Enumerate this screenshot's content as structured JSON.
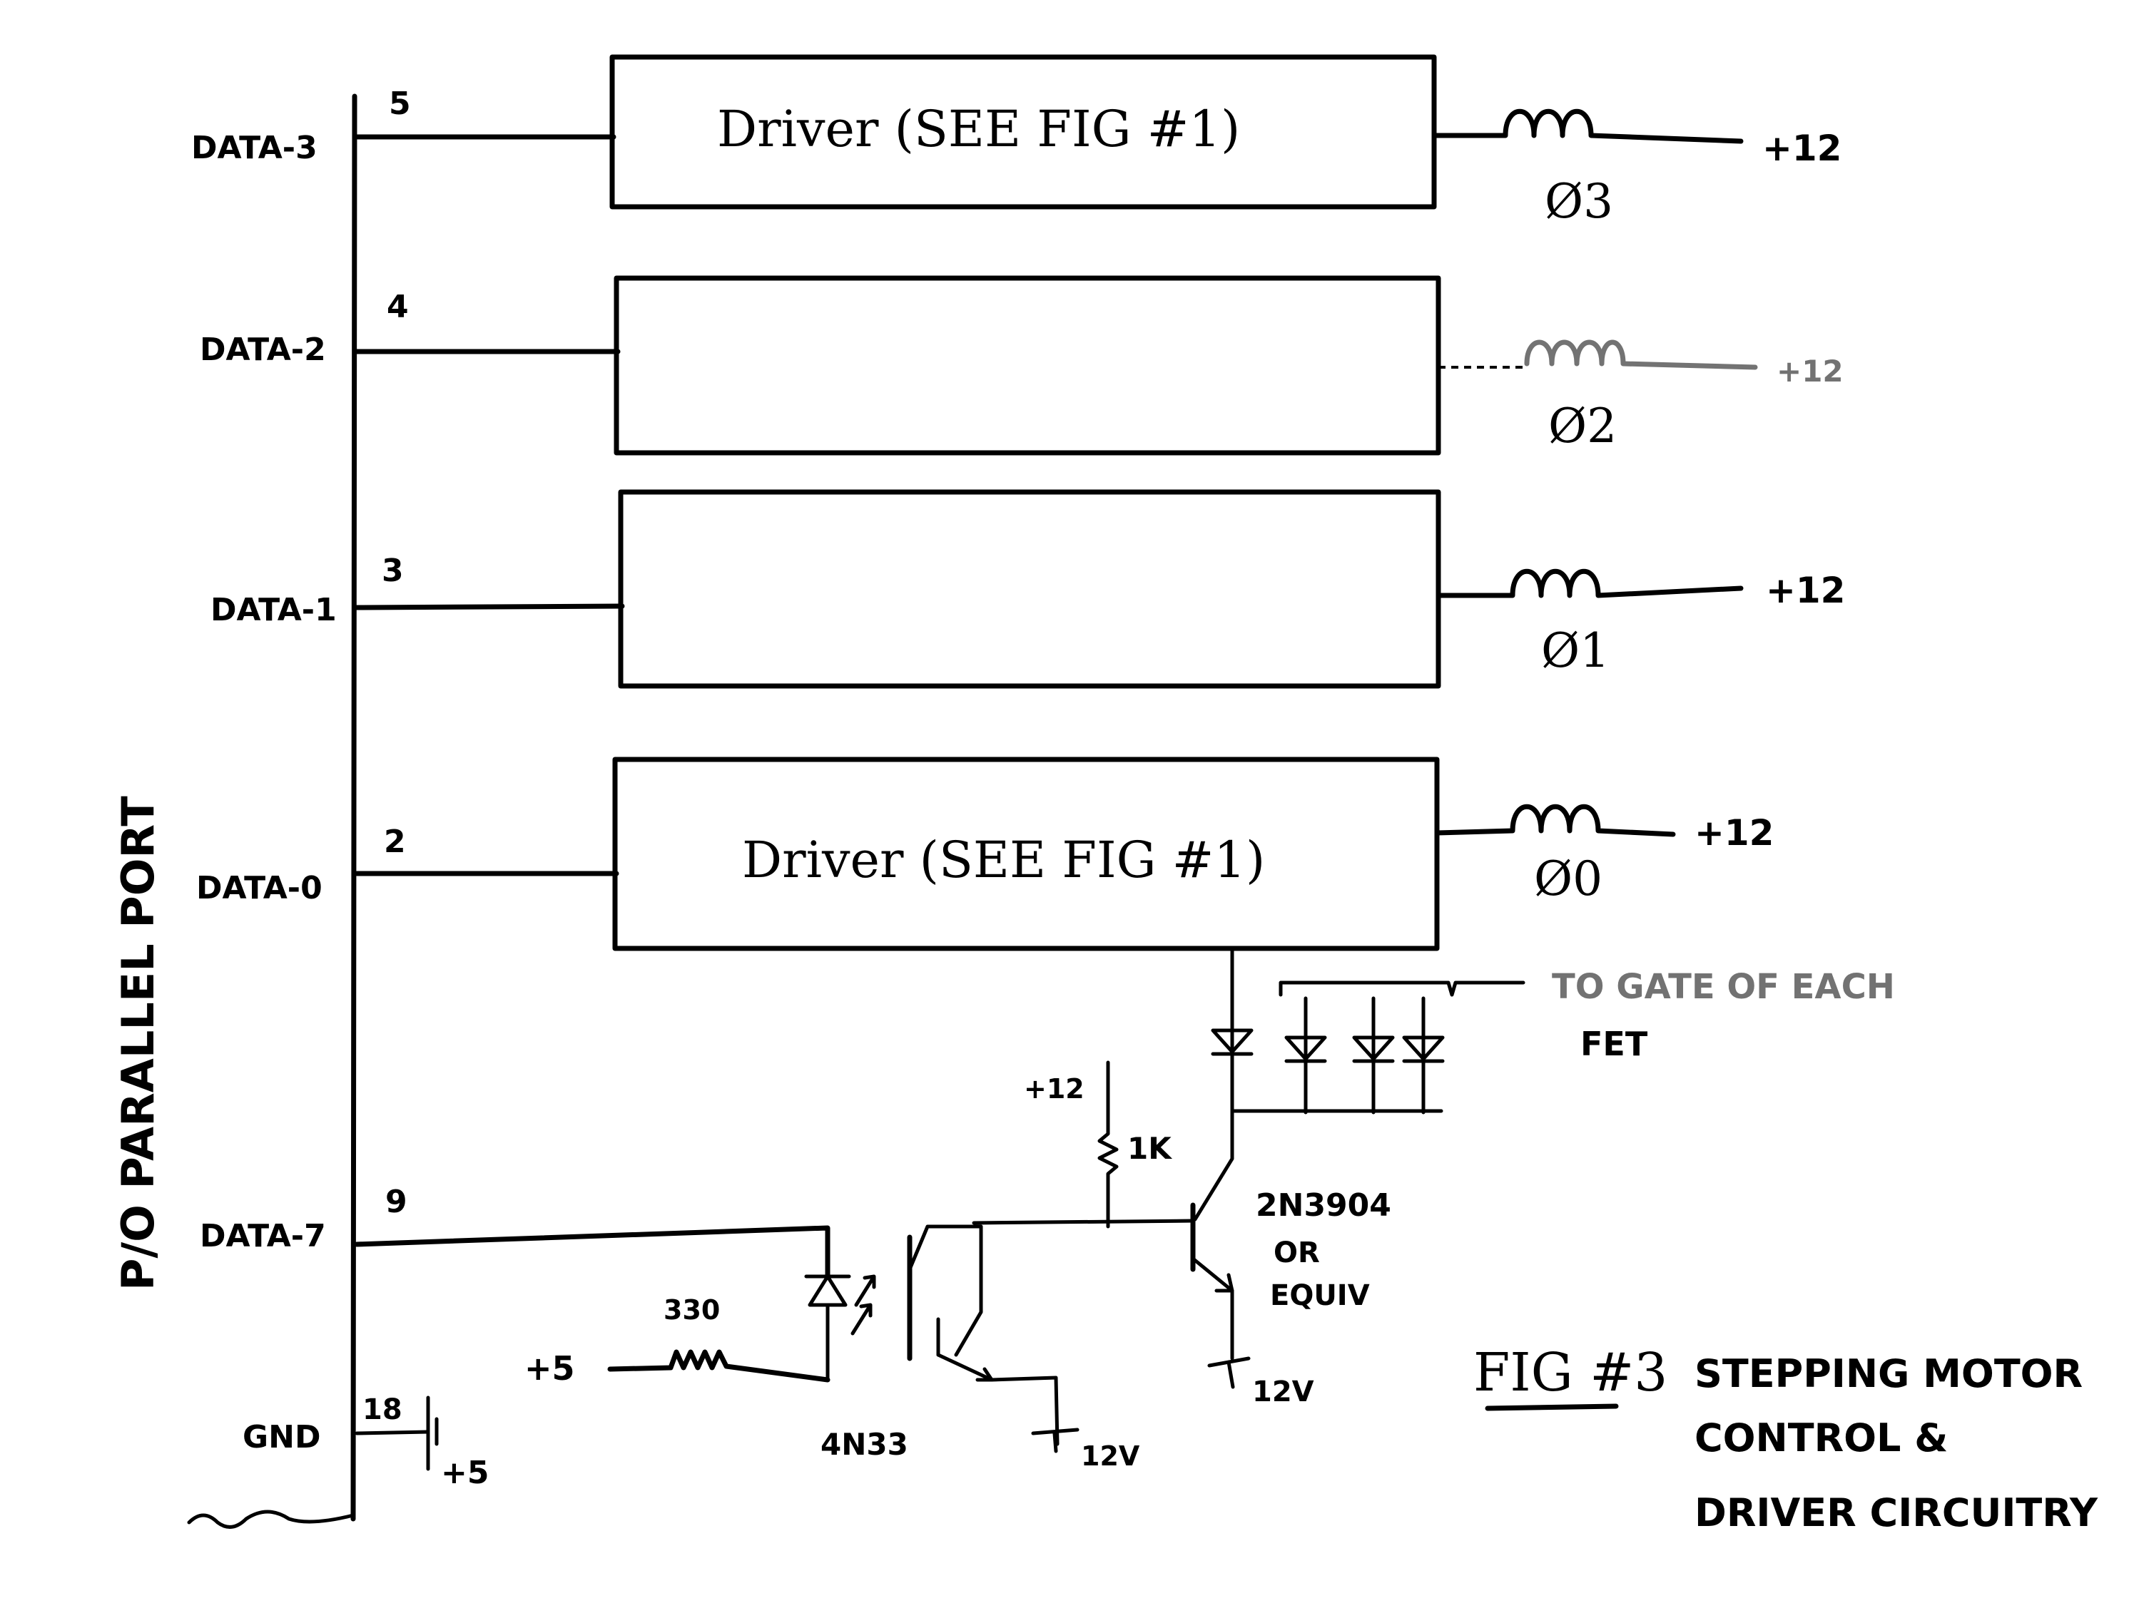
{
  "figure": {
    "title": "FIG #3",
    "caption_lines": [
      "STEPPING MOTOR",
      "CONTROL &",
      "DRIVER CIRCUITRY"
    ]
  },
  "port": {
    "label": "P/O PARALLEL PORT",
    "pins": [
      {
        "signal": "DATA-3",
        "pin": "5"
      },
      {
        "signal": "DATA-2",
        "pin": "4"
      },
      {
        "signal": "DATA-1",
        "pin": "3"
      },
      {
        "signal": "DATA-0",
        "pin": "2"
      },
      {
        "signal": "DATA-7",
        "pin": "9"
      },
      {
        "signal": "GND",
        "pin": "18"
      }
    ]
  },
  "drivers": [
    {
      "label": "Driver (SEE FIG #1)",
      "phase": "Ø3",
      "supply": "+12"
    },
    {
      "label": "",
      "phase": "Ø2",
      "supply": "+12"
    },
    {
      "label": "",
      "phase": "Ø1",
      "supply": "+12"
    },
    {
      "label": "Driver (SEE FIG #1)",
      "phase": "Ø0",
      "supply": "+12"
    }
  ],
  "gate_note": [
    "TO GATE OF EACH",
    "FET"
  ],
  "opto": {
    "part": "4N33",
    "resistor": "330",
    "supply": "+5",
    "ground": "12V"
  },
  "transistor": {
    "part_lines": [
      "2N3904",
      "OR",
      "EQUIV"
    ],
    "pullup_supply": "+12",
    "pullup_resistor": "1K",
    "ground": "12V"
  },
  "gnd_battery": "+5"
}
